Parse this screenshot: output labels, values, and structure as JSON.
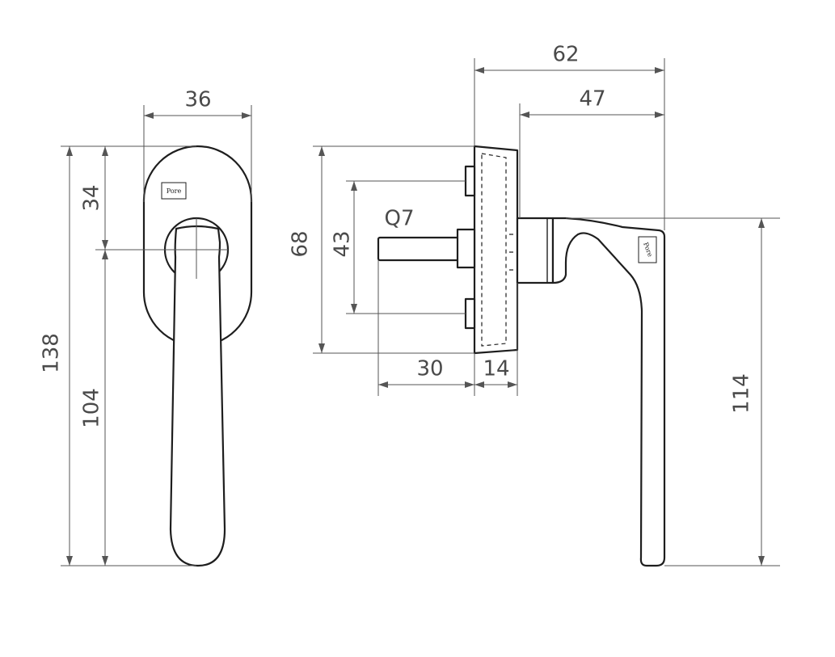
{
  "drawing": {
    "front_view": {
      "dimensions": {
        "rose_width": "36",
        "rose_top_to_axis": "34",
        "total_height": "138",
        "axis_to_lever_end": "104"
      },
      "logo_text": "Pore"
    },
    "side_view": {
      "dimensions": {
        "total_depth": "62",
        "lever_depth": "47",
        "rose_height": "68",
        "screw_spacing": "43",
        "spindle_length": "30",
        "rose_thickness": "14",
        "lever_drop": "114"
      },
      "spindle_label": "Q7",
      "logo_text": "Pore"
    }
  }
}
